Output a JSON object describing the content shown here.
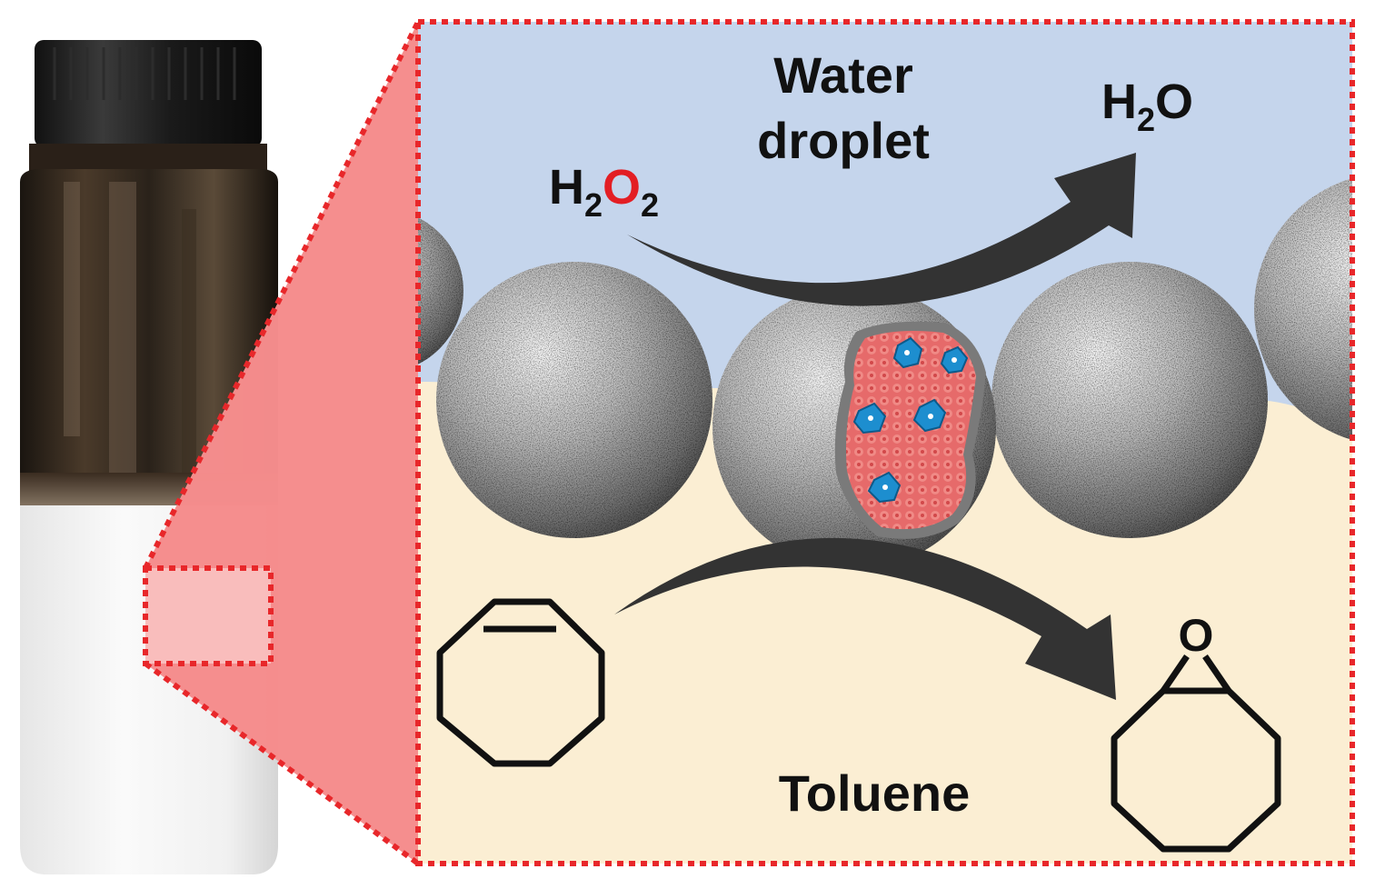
{
  "labels": {
    "water_line1": "Water",
    "water_line2": "droplet",
    "h2o2_H": "H",
    "h2o2_sub1": "2",
    "h2o2_O": "O",
    "h2o2_sub2": "2",
    "h2o_H": "H",
    "h2o_sub": "2",
    "h2o_O": "O",
    "toluene": "Toluene",
    "epoxide_O": "O"
  },
  "colors": {
    "water_phase": "#c5d5ec",
    "oil_phase": "#fbeed3",
    "highlight_red": "#e8272a",
    "zoom_fill": "#f6a0a0",
    "arrow": "#333333",
    "oxygen_red": "#e31e24",
    "mof_core": "#e8676a",
    "mof_cluster": "#1d8ecf"
  },
  "icons": {
    "vial": "glass-vial-photo",
    "particles": "silica-sphere",
    "cutaway": "mof-core-cutaway",
    "reactant": "cyclooctene-structure",
    "product": "cyclooctene-oxide-structure"
  }
}
